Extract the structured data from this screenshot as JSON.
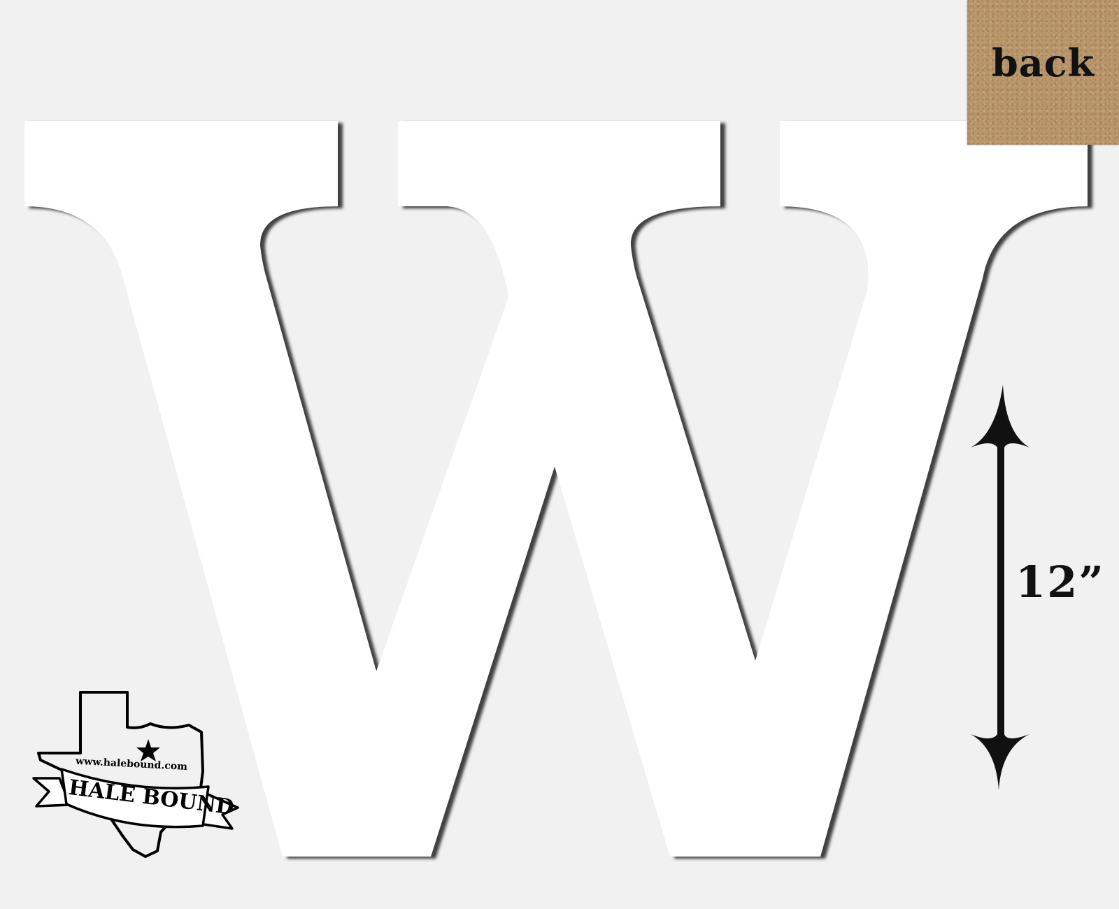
{
  "letter": "W",
  "back_swatch": {
    "label": "back",
    "color": "#b8956a"
  },
  "dimension": {
    "label": "12”",
    "icon": "double-arrow-vertical"
  },
  "logo": {
    "url": "www.halebound.com",
    "brand": "HALE BOUND",
    "icon": "texas-star-banner"
  },
  "colors": {
    "background": "#f1f1f1",
    "letter": "#ffffff",
    "shadow": "#3a3a3a",
    "ink": "#111111"
  }
}
